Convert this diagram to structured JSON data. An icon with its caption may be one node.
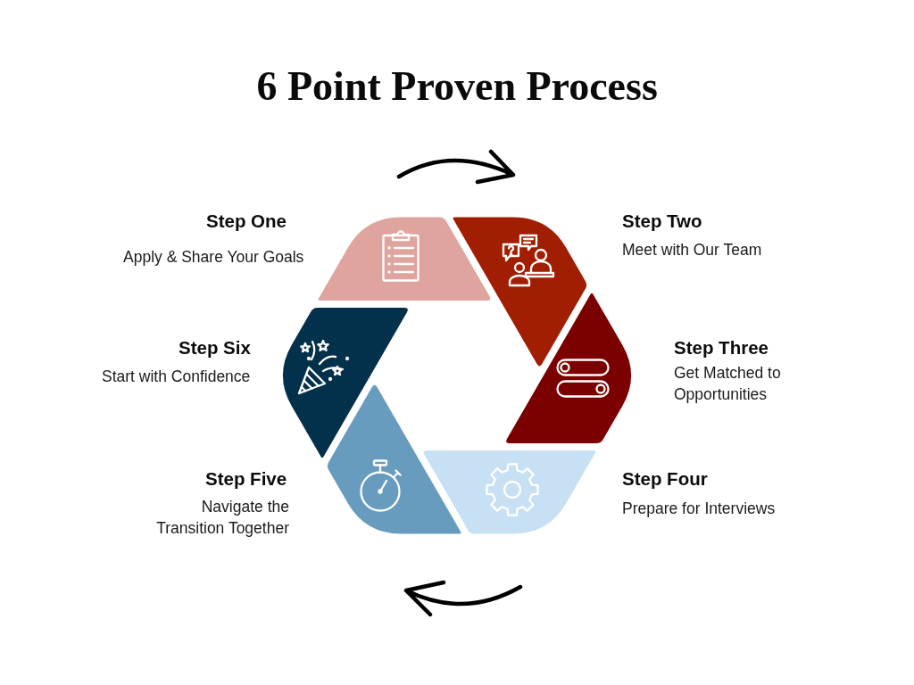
{
  "diagram": {
    "title": "6 Point Proven Process",
    "nodes": [
      {
        "text": [
          "Step One",
          "Apply & Share Your Goals"
        ]
      },
      {
        "text": [
          "Step Two",
          "Meet with Our Team"
        ]
      },
      {
        "text": [
          "Step Three",
          "Get Matched to Opportunities"
        ]
      },
      {
        "text": [
          "Step Four",
          "Prepare for Interviews"
        ]
      },
      {
        "text": [
          "Step Five",
          "Navigate the Transition Together"
        ]
      },
      {
        "text": [
          "Step Six",
          "Start with Confidence"
        ]
      }
    ]
  }
}
